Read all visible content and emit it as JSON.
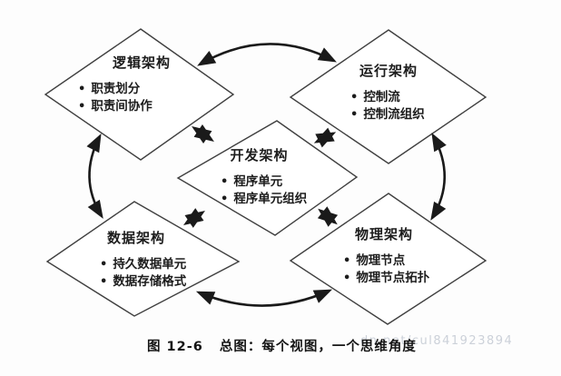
{
  "figure": {
    "caption_label": "图 12-6",
    "caption_text": "总图：每个视图，一个思维角度",
    "watermark": "dn.net/cul841923894"
  },
  "bullet_glyph": "•",
  "views": {
    "logical": {
      "title": "逻辑架构",
      "bullets": [
        "职责划分",
        "职责间协作"
      ]
    },
    "runtime": {
      "title": "运行架构",
      "bullets": [
        "控制流",
        "控制流组织"
      ]
    },
    "development": {
      "title": "开发架构",
      "bullets": [
        "程序单元",
        "程序单元组织"
      ]
    },
    "data": {
      "title": "数据架构",
      "bullets": [
        "持久数据单元",
        "数据存储格式"
      ]
    },
    "physical": {
      "title": "物理架构",
      "bullets": [
        "物理节点",
        "物理节点拓扑"
      ]
    }
  },
  "connections": [
    {
      "from": "logical",
      "to": "runtime",
      "style": "arc",
      "bidirectional": true
    },
    {
      "from": "logical",
      "to": "data",
      "style": "arc",
      "bidirectional": true
    },
    {
      "from": "runtime",
      "to": "physical",
      "style": "arc",
      "bidirectional": true
    },
    {
      "from": "data",
      "to": "physical",
      "style": "arc",
      "bidirectional": true
    },
    {
      "from": "development",
      "to": "logical",
      "style": "straight",
      "bidirectional": true
    },
    {
      "from": "development",
      "to": "runtime",
      "style": "straight",
      "bidirectional": true
    },
    {
      "from": "development",
      "to": "data",
      "style": "straight",
      "bidirectional": true
    },
    {
      "from": "development",
      "to": "physical",
      "style": "straight",
      "bidirectional": true
    }
  ],
  "colors": {
    "ink": "#1a1a1a",
    "diamond_stroke": "#3f3f3f",
    "background": "#fdfdfd",
    "watermark": "#ccd1d9"
  }
}
